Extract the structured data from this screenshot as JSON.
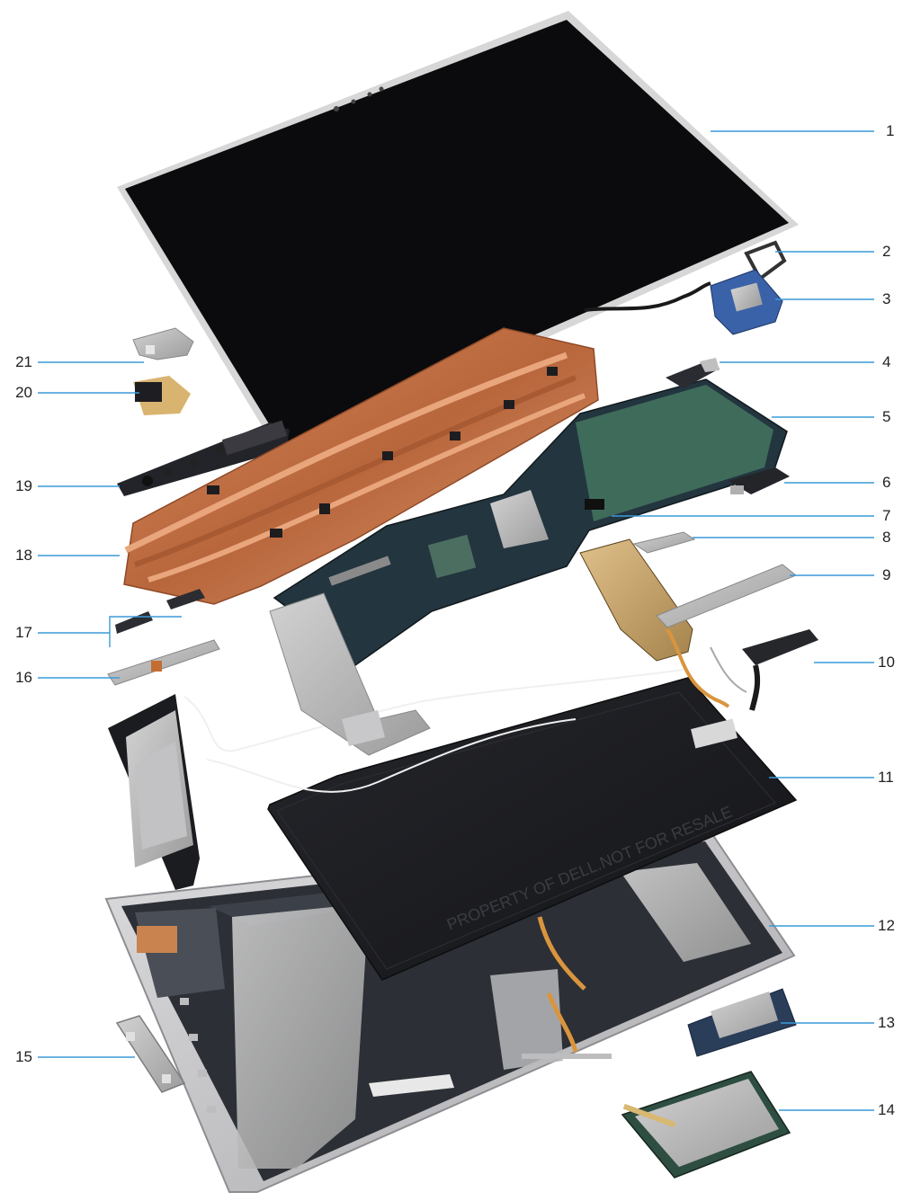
{
  "diagram": {
    "colors": {
      "leader_line": "#3a9ad9",
      "display_glass": "#0b0b0d",
      "display_bezel": "#d8d8d8",
      "copper": "#c8764a",
      "copper_dark": "#8f4a28",
      "pcb": "#23353f",
      "pcb_green": "#3f6b5a",
      "shield": "#b9b9b9",
      "chassis": "#c9c9cb",
      "chassis_inner": "#2c2f35",
      "battery": "#1c1d21",
      "label_text": "#222222"
    },
    "watermark": "PROPERTY OF DELL.NOT FOR RESALE",
    "callouts": [
      {
        "id": "1",
        "label": "1"
      },
      {
        "id": "2",
        "label": "2"
      },
      {
        "id": "3",
        "label": "3"
      },
      {
        "id": "4",
        "label": "4"
      },
      {
        "id": "5",
        "label": "5"
      },
      {
        "id": "6",
        "label": "6"
      },
      {
        "id": "7",
        "label": "7"
      },
      {
        "id": "8",
        "label": "8"
      },
      {
        "id": "9",
        "label": "9"
      },
      {
        "id": "10",
        "label": "10"
      },
      {
        "id": "11",
        "label": "11"
      },
      {
        "id": "12",
        "label": "12"
      },
      {
        "id": "13",
        "label": "13"
      },
      {
        "id": "14",
        "label": "14"
      },
      {
        "id": "15",
        "label": "15"
      },
      {
        "id": "16",
        "label": "16"
      },
      {
        "id": "17",
        "label": "17"
      },
      {
        "id": "18",
        "label": "18"
      },
      {
        "id": "19",
        "label": "19"
      },
      {
        "id": "20",
        "label": "20"
      },
      {
        "id": "21",
        "label": "21"
      }
    ]
  }
}
